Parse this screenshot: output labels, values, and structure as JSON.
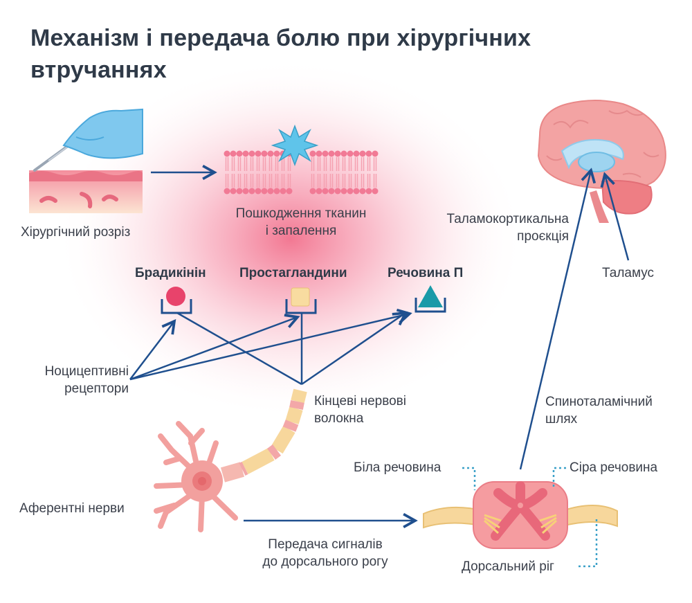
{
  "title": "Механізм і передача болю при хірургічних втручаннях",
  "labels": {
    "surgical_incision": "Хірургічний розріз",
    "tissue_damage_line1": "Пошкодження тканин",
    "tissue_damage_line2": "і запалення",
    "bradykinin": "Брадикінін",
    "prostaglandins": "Простагландини",
    "substance_p": "Речовина П",
    "nociceptors_line1": "Ноцицептивні",
    "nociceptors_line2": "рецептори",
    "nerve_endings_line1": "Кінцеві нервові",
    "nerve_endings_line2": "волокна",
    "afferent_nerves": "Аферентні нерви",
    "signal_transfer_line1": "Передача сигналів",
    "signal_transfer_line2": "до дорсального рогу",
    "thalamocortical_line1": "Таламокортикальна",
    "thalamocortical_line2": "проєкція",
    "thalamus": "Таламус",
    "spinothalamic_line1": "Спиноталамічний",
    "spinothalamic_line2": "шлях",
    "white_matter": "Біла речовина",
    "gray_matter": "Сіра речовина",
    "dorsal_horn": "Дорсальний ріг"
  },
  "colors": {
    "arrow": "#1f4f8e",
    "dotted_leader": "#3aa0c8",
    "bradykinin_marker": "#e8436b",
    "prostaglandin_marker": "#f8dca0",
    "substance_p_marker": "#1a9aa8",
    "inflammation_glow": "#f26d8c",
    "glove": "#7fc8ee",
    "skin": "#f4a3ae",
    "nerve_fiber": "#f7d79c",
    "neuron": "#f2a09e",
    "brain": "#f3a3a3",
    "thalamus": "#9ed4f0"
  }
}
